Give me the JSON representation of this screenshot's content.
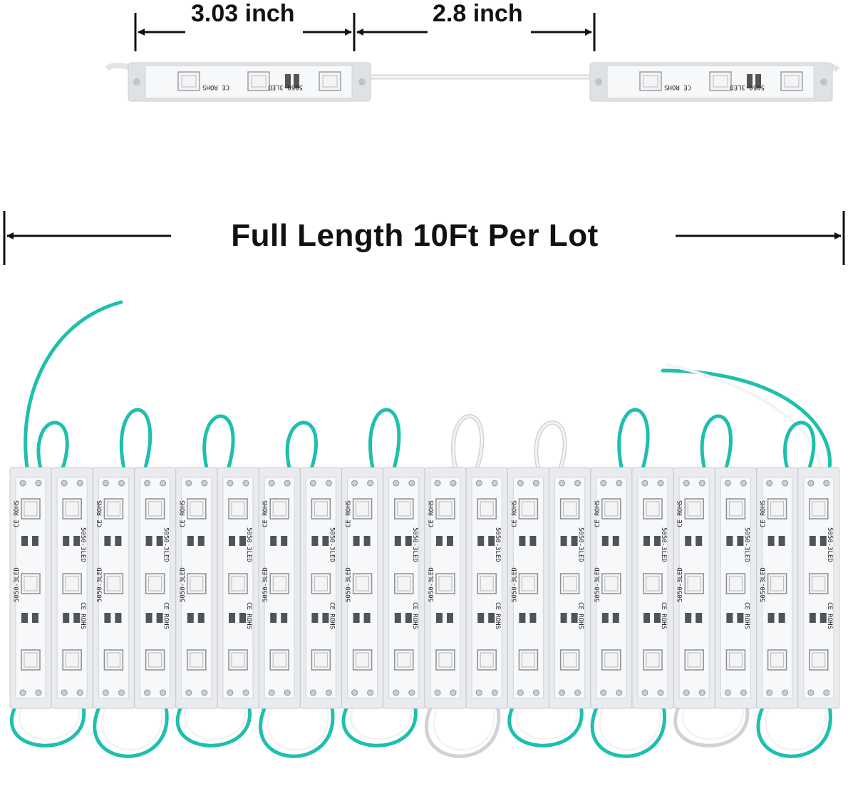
{
  "dimension_labels": {
    "module_length": "3.03 inch",
    "module_spacing": "2.8 inch",
    "full_length": "Full Length 10Ft Per Lot"
  },
  "module_print": {
    "model": "5050-3LED",
    "cert": "CE ROHS"
  },
  "module_count": 20,
  "colors": {
    "wire_accent": "#1fbfae",
    "wire_white": "#f4f4f4",
    "module_body": "#e9ebee",
    "module_board": "#f7f8f9",
    "led_pad": "#f4f4f4",
    "dimension_line": "#111111"
  }
}
